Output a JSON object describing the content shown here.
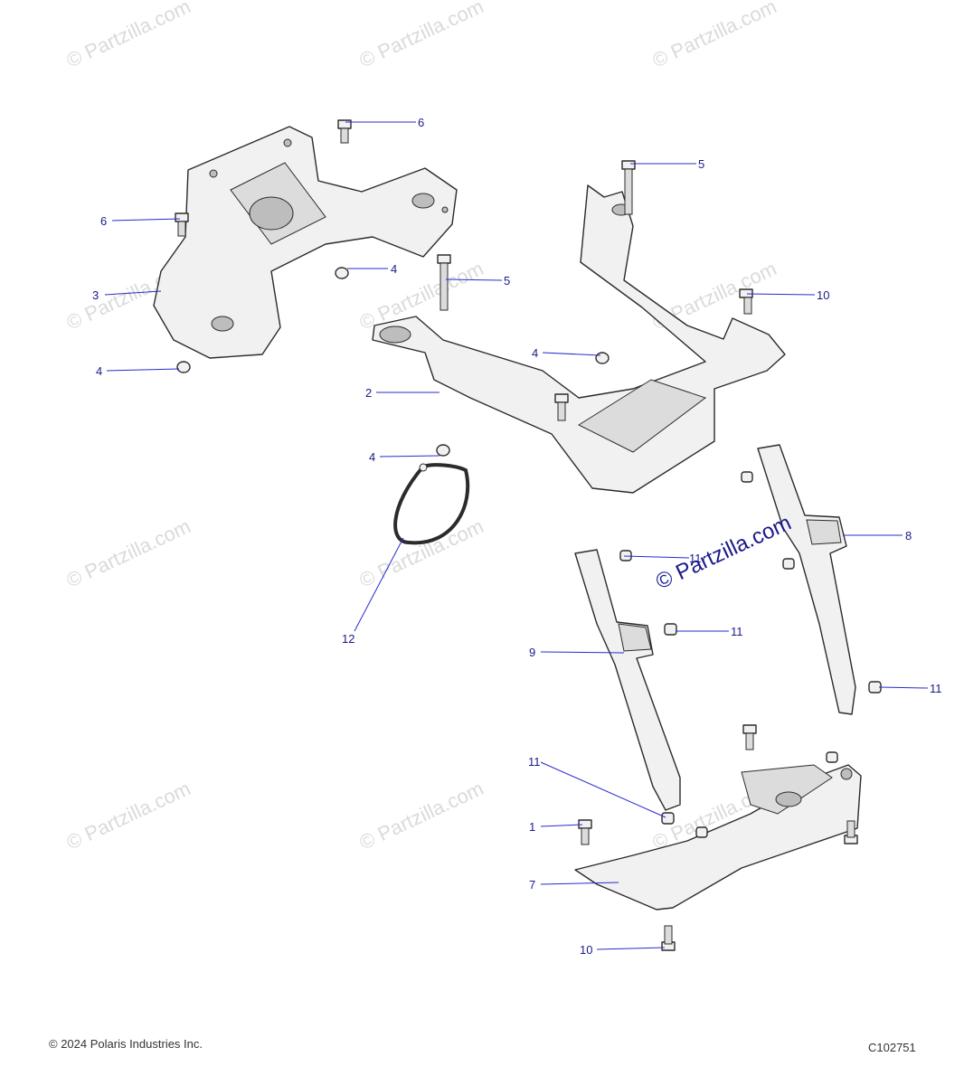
{
  "watermark": {
    "text": "© Partzilla.com",
    "highlight_text": "© Partzilla.com"
  },
  "callouts": [
    {
      "number": "1"
    },
    {
      "number": "2"
    },
    {
      "number": "3"
    },
    {
      "number": "4"
    },
    {
      "number": "4"
    },
    {
      "number": "4"
    },
    {
      "number": "4"
    },
    {
      "number": "5"
    },
    {
      "number": "5"
    },
    {
      "number": "6"
    },
    {
      "number": "6"
    },
    {
      "number": "7"
    },
    {
      "number": "8"
    },
    {
      "number": "9"
    },
    {
      "number": "10"
    },
    {
      "number": "10"
    },
    {
      "number": "11"
    },
    {
      "number": "11"
    },
    {
      "number": "11"
    },
    {
      "number": "11"
    },
    {
      "number": "12"
    }
  ],
  "footer": {
    "copyright": "© 2024 Polaris Industries Inc.",
    "diagram_code": "C102751"
  },
  "colors": {
    "callout": "#1a1a8c",
    "leader": "#2a2acc",
    "watermark": "#dadada",
    "highlight_watermark": "#1a1a8c"
  }
}
